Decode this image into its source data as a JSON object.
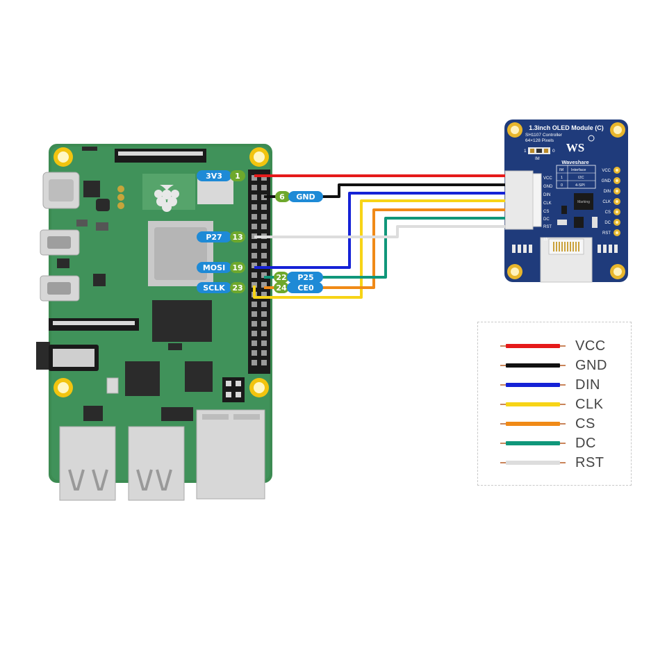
{
  "module": {
    "title": "1.3inch OLED Module (C)",
    "subtitle1": "SH1107 Controller",
    "subtitle2": "64×128 Pixels",
    "brand": "Waveshare",
    "logo_text": "WS",
    "jumper_left": "1",
    "jumper_right": "0",
    "jumper_label": "IM",
    "table_header": [
      "IM",
      "Interface"
    ],
    "table_rows": [
      [
        "1",
        "I2C"
      ],
      [
        "0",
        "4-SPI"
      ]
    ],
    "chip_label": "Marking",
    "fpc_pins": "13",
    "pins_left": [
      "VCC",
      "GND",
      "DIN",
      "CLK",
      "CS",
      "DC",
      "RST"
    ],
    "pins_right": [
      "VCC",
      "GND",
      "DIN",
      "CLK",
      "CS",
      "DC",
      "RST"
    ]
  },
  "pi_labels": [
    {
      "name": "3V3",
      "pin": "1"
    },
    {
      "name": "GND",
      "pin": "6"
    },
    {
      "name": "P27",
      "pin": "13"
    },
    {
      "name": "MOSI",
      "pin": "19"
    },
    {
      "name": "P25",
      "pin": "22"
    },
    {
      "name": "SCLK",
      "pin": "23"
    },
    {
      "name": "CE0",
      "pin": "24"
    }
  ],
  "legend": [
    {
      "label": "VCC",
      "color": "#e51a1a"
    },
    {
      "label": "GND",
      "color": "#111111"
    },
    {
      "label": "DIN",
      "color": "#1522d6"
    },
    {
      "label": "CLK",
      "color": "#f7d417"
    },
    {
      "label": "CS",
      "color": "#f08a17"
    },
    {
      "label": "DC",
      "color": "#10977a"
    },
    {
      "label": "RST",
      "color": "#dddddd"
    }
  ],
  "colors": {
    "board": "#3a8a50",
    "board_dark": "#2f7442",
    "module": "#1e3a7a",
    "pill_blue": "#1e8ad6",
    "pill_green": "#6ea82c"
  }
}
